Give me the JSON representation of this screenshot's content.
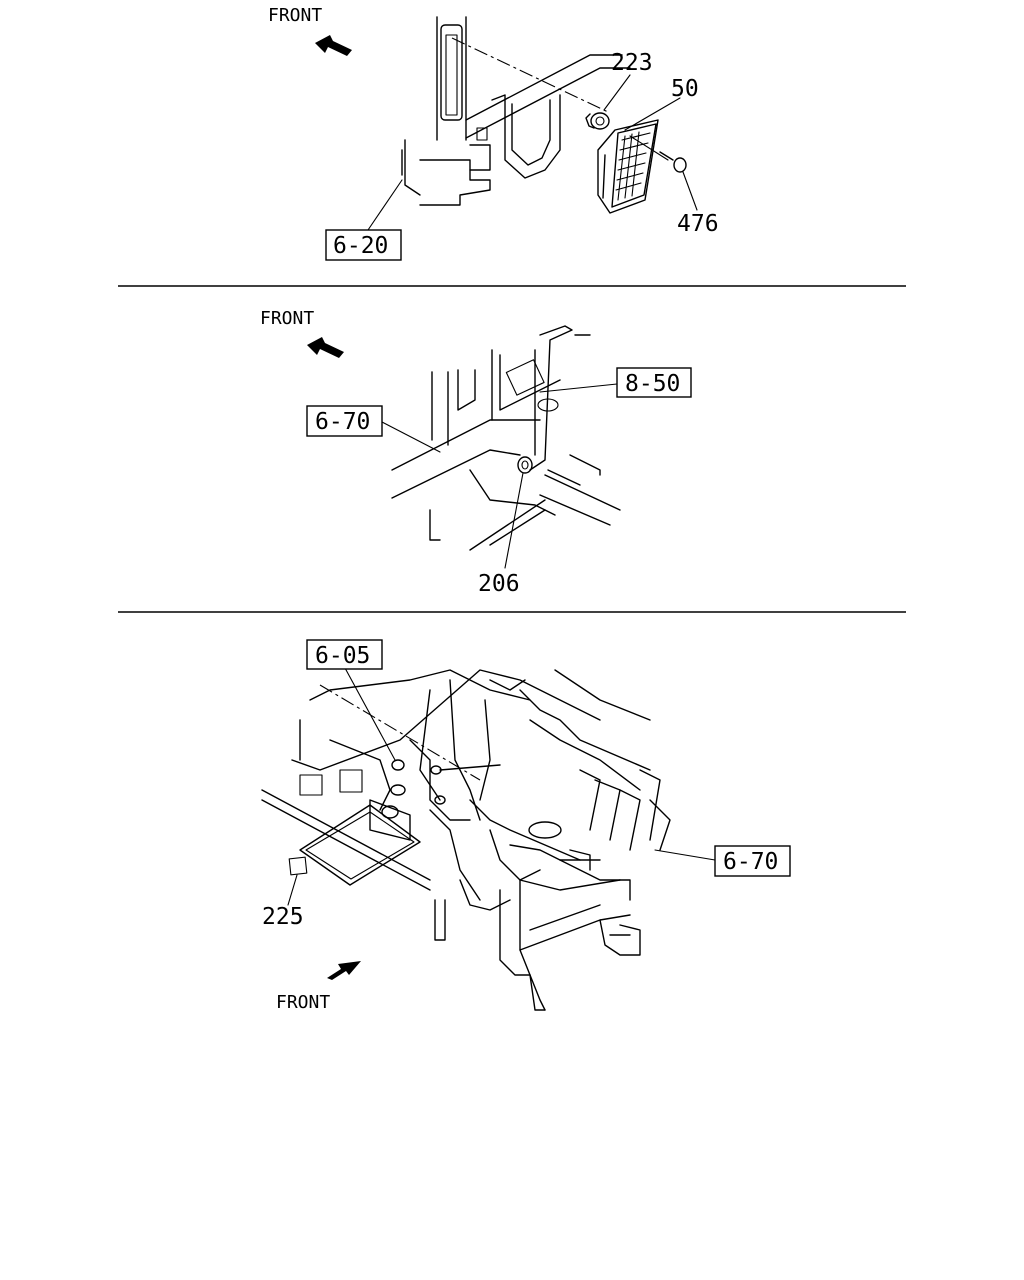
{
  "sections": [
    {
      "front_label": "FRONT",
      "callouts": [
        {
          "id": "part-223",
          "text": "223",
          "type": "number"
        },
        {
          "id": "part-50",
          "text": "50",
          "type": "number"
        },
        {
          "id": "part-476",
          "text": "476",
          "type": "number"
        },
        {
          "id": "ref-6-20",
          "text": "6-20",
          "type": "reference-box"
        }
      ]
    },
    {
      "front_label": "FRONT",
      "callouts": [
        {
          "id": "ref-8-50",
          "text": "8-50",
          "type": "reference-box"
        },
        {
          "id": "ref-6-70-a",
          "text": "6-70",
          "type": "reference-box"
        },
        {
          "id": "part-206",
          "text": "206",
          "type": "number"
        }
      ]
    },
    {
      "front_label": "FRONT",
      "callouts": [
        {
          "id": "ref-6-05",
          "text": "6-05",
          "type": "reference-box"
        },
        {
          "id": "ref-6-70-b",
          "text": "6-70",
          "type": "reference-box"
        },
        {
          "id": "part-225",
          "text": "225",
          "type": "number"
        }
      ]
    }
  ]
}
